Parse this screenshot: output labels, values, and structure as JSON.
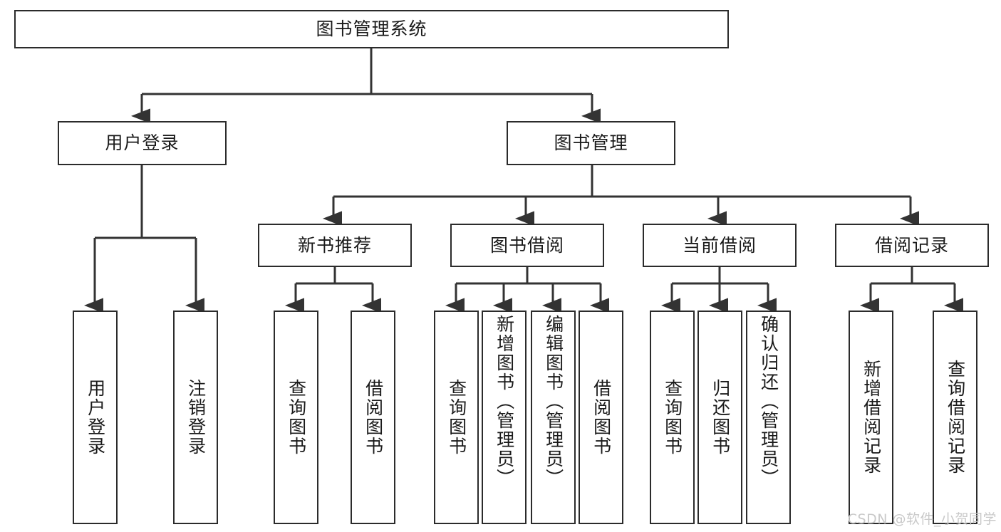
{
  "diagram": {
    "type": "tree-hierarchy",
    "title": "图书管理系统",
    "watermark": "CSDN @软件_小贺同学",
    "colors": {
      "box_border": "#2b2b2b",
      "box_fill": "#ffffff",
      "connector": "#333333",
      "text": "#1a1a1a",
      "watermark": "#c9c9c9",
      "background": "#ffffff"
    },
    "levels": {
      "root": {
        "label": "图书管理系统",
        "orientation": "horizontal"
      },
      "level2": [
        {
          "id": "user-login",
          "label": "用户登录",
          "orientation": "horizontal"
        },
        {
          "id": "book-management",
          "label": "图书管理",
          "orientation": "horizontal"
        }
      ],
      "level3": [
        {
          "id": "new-book-recommend",
          "label": "新书推荐",
          "orientation": "horizontal",
          "parent": "book-management"
        },
        {
          "id": "book-borrow",
          "label": "图书借阅",
          "orientation": "horizontal",
          "parent": "book-management"
        },
        {
          "id": "current-borrow",
          "label": "当前借阅",
          "orientation": "horizontal",
          "parent": "book-management"
        },
        {
          "id": "borrow-record",
          "label": "借阅记录",
          "orientation": "horizontal",
          "parent": "book-management"
        }
      ],
      "leaves": [
        {
          "id": "leaf-user-login",
          "label": "用户登录",
          "parent": "user-login",
          "orientation": "vertical",
          "align": "center"
        },
        {
          "id": "leaf-user-logout",
          "label": "注销登录",
          "parent": "user-login",
          "orientation": "vertical",
          "align": "center"
        },
        {
          "id": "leaf-query-book-1",
          "label": "查询图书",
          "parent": "new-book-recommend",
          "orientation": "vertical",
          "align": "center"
        },
        {
          "id": "leaf-borrow-book-1",
          "label": "借阅图书",
          "parent": "new-book-recommend",
          "orientation": "vertical",
          "align": "center"
        },
        {
          "id": "leaf-query-book-2",
          "label": "查询图书",
          "parent": "book-borrow",
          "orientation": "vertical",
          "align": "center"
        },
        {
          "id": "leaf-add-book",
          "label": "新增图书（管理员）",
          "parent": "book-borrow",
          "orientation": "vertical",
          "align": "top"
        },
        {
          "id": "leaf-edit-book",
          "label": "编辑图书（管理员）",
          "parent": "book-borrow",
          "orientation": "vertical",
          "align": "top"
        },
        {
          "id": "leaf-borrow-book-2",
          "label": "借阅图书",
          "parent": "book-borrow",
          "orientation": "vertical",
          "align": "center"
        },
        {
          "id": "leaf-query-book-3",
          "label": "查询图书",
          "parent": "current-borrow",
          "orientation": "vertical",
          "align": "center"
        },
        {
          "id": "leaf-return-book",
          "label": "归还图书",
          "parent": "current-borrow",
          "orientation": "vertical",
          "align": "center"
        },
        {
          "id": "leaf-confirm-return",
          "label": "确认归还（管理员）",
          "parent": "current-borrow",
          "orientation": "vertical",
          "align": "top"
        },
        {
          "id": "leaf-add-record",
          "label": "新增借阅记录",
          "parent": "borrow-record",
          "orientation": "vertical",
          "align": "center"
        },
        {
          "id": "leaf-query-record",
          "label": "查询借阅记录",
          "parent": "borrow-record",
          "orientation": "vertical",
          "align": "center"
        }
      ]
    }
  }
}
